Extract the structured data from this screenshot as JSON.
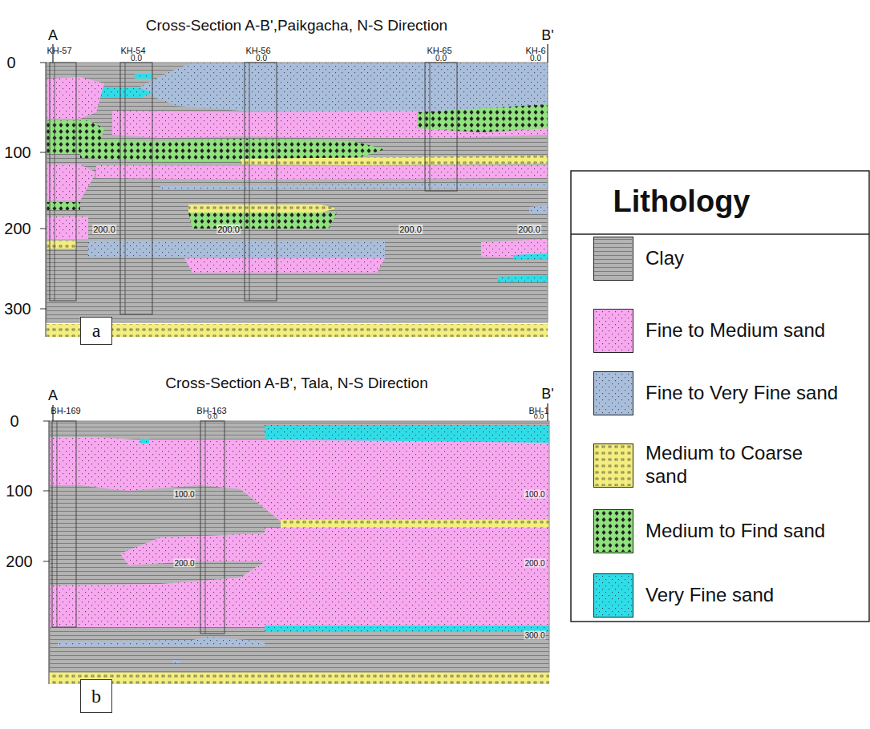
{
  "diagram": {
    "nodes": [
      {
        "text": [
          "a"
        ]
      },
      {
        "text": [
          "b"
        ]
      }
    ],
    "labels": [
      "Cross-Section A-B',Paikgacha, N-S Direction",
      "A",
      "B'",
      "KH-57",
      "KH-54",
      "0.0",
      "KH-56",
      "0.0",
      "KH-65",
      "0.0",
      "KH-6",
      "0.0",
      "0",
      "100",
      "200",
      "300",
      "200.0",
      "200.0",
      "200.0",
      "200.0",
      "Cross-Section A-B', Tala, N-S Direction",
      "A",
      "B'",
      "BH-169",
      "BH-163",
      "0.0",
      "BH-1",
      "0.0",
      "100.0",
      "100.0",
      "200.0",
      "200.0",
      "300.0",
      "0",
      "100",
      "200",
      "Lithology"
    ],
    "legend": [
      {
        "text": "Clay",
        "color": "#b3b3b3"
      },
      {
        "text": "Fine to Medium sand",
        "color": "#f7a8ef"
      },
      {
        "text": "Fine to Very Fine sand",
        "color": "#a9bedb"
      },
      {
        "text": "Medium to Coarse sand",
        "color": "#f3ee7e"
      },
      {
        "text": "Medium to Find sand",
        "color": "#8fe27e"
      },
      {
        "text": "Very Fine sand",
        "color": "#2fdde8"
      }
    ]
  }
}
